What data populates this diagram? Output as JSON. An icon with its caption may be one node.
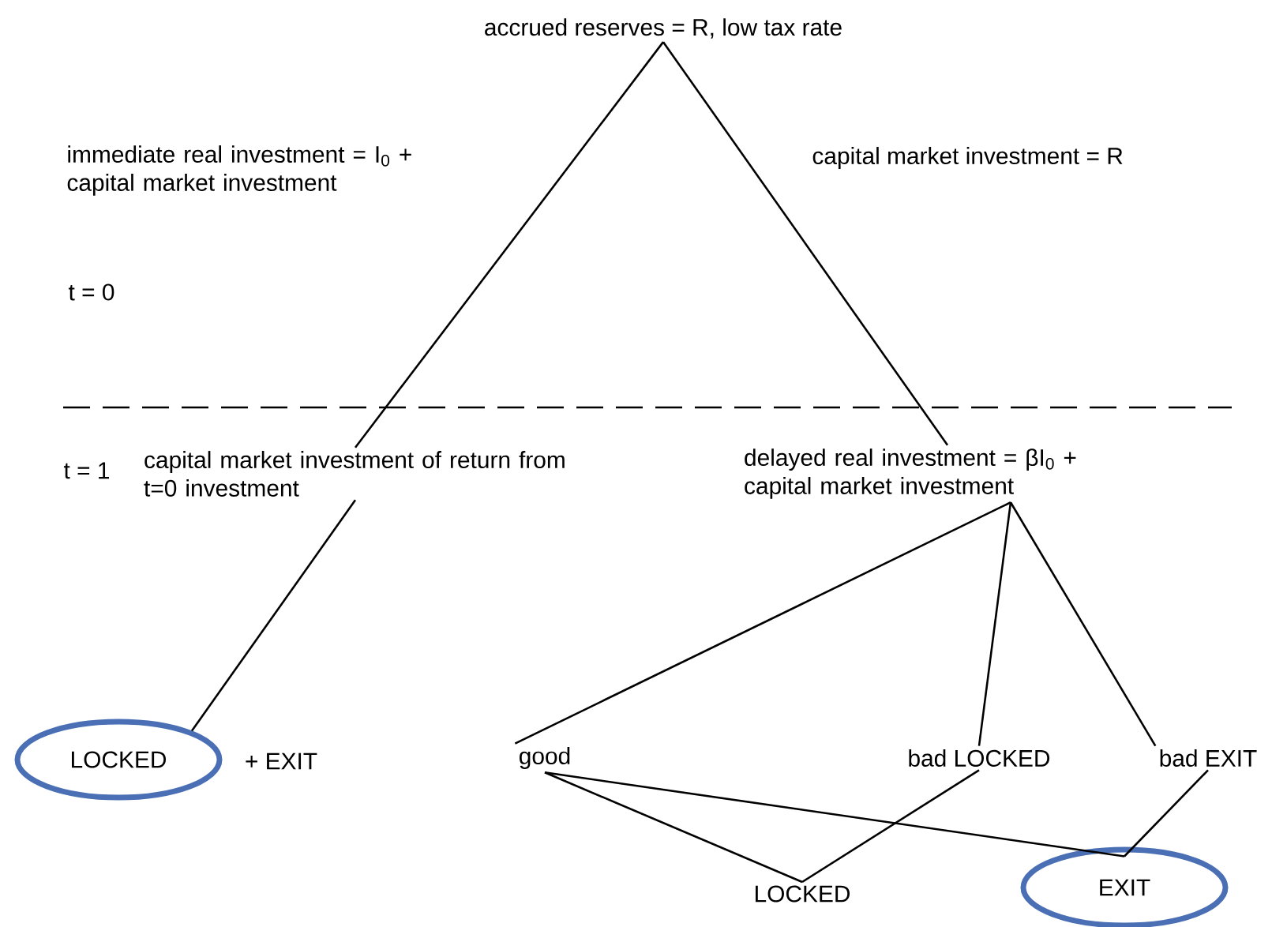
{
  "diagram": {
    "nodes": [
      {
        "text": [
          "accrued reserves = R, low tax rate"
        ]
      },
      {
        "text": [
          "capital market investment of return from t=0 investment"
        ]
      },
      {
        "text": [
          "delayed real investment = βI$_{0}$ + capital market investment"
        ]
      },
      {
        "text": [
          "LOCKED"
        ]
      },
      {
        "text": [
          "good"
        ]
      },
      {
        "text": [
          "bad LOCKED"
        ]
      },
      {
        "text": [
          "bad EXIT"
        ]
      },
      {
        "text": [
          "LOCKED"
        ]
      },
      {
        "text": [
          "EXIT"
        ]
      }
    ],
    "edges": [
      {
        "from": 0,
        "to": 1,
        "arrow": "none",
        "label": "immediate real investment = I$_{0}$ + capital market investment"
      },
      {
        "from": 0,
        "to": 2,
        "arrow": "none",
        "label": "capital market investment = R"
      },
      {
        "from": 1,
        "to": 3,
        "arrow": "none"
      },
      {
        "from": 2,
        "to": 4,
        "arrow": "none"
      },
      {
        "from": 2,
        "to": 5,
        "arrow": "none"
      },
      {
        "from": 2,
        "to": 6,
        "arrow": "none"
      },
      {
        "from": 4,
        "to": 7,
        "arrow": "none"
      },
      {
        "from": 5,
        "to": 7,
        "arrow": "none"
      },
      {
        "from": 4,
        "to": 8,
        "arrow": "none"
      },
      {
        "from": 6,
        "to": 8,
        "arrow": "none"
      }
    ],
    "labels": [
      "t = 0",
      "t = 1",
      "+ EXIT"
    ]
  }
}
